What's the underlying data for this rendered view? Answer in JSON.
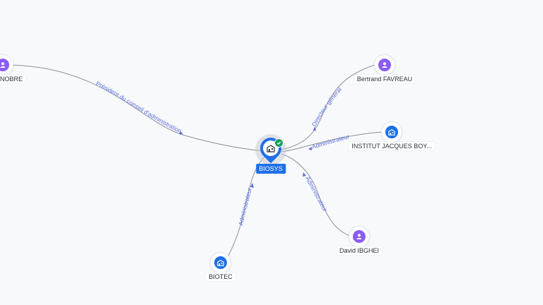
{
  "center": {
    "label": "BIOSYS",
    "icon": "building-icon",
    "verified_icon": "check-icon"
  },
  "nodes": [
    {
      "id": "person_left",
      "label": "NOBRE",
      "type": "person",
      "icon": "person-icon"
    },
    {
      "id": "bertrand",
      "label": "Bertrand FAVREAU",
      "type": "person",
      "icon": "person-icon"
    },
    {
      "id": "institut",
      "label": "INSTITUT JACQUES BOY...",
      "type": "company",
      "icon": "building-icon"
    },
    {
      "id": "david",
      "label": "David IBGHEI",
      "type": "person",
      "icon": "person-icon"
    },
    {
      "id": "biotec",
      "label": "BIOTEC",
      "type": "company",
      "icon": "building-icon"
    }
  ],
  "edges": [
    {
      "from": "person_left",
      "label": "Président du conseil d'administration"
    },
    {
      "from": "bertrand",
      "label": "Directeur général"
    },
    {
      "from": "institut",
      "label": "Administrateur"
    },
    {
      "from": "david",
      "label": "Administrateur"
    },
    {
      "from": "biotec",
      "label": "Administrateur"
    }
  ],
  "colors": {
    "person": "#8b5cf6",
    "company": "#1e6fe8",
    "edge_label": "#5b6ee1",
    "verified": "#1d9e5c"
  }
}
